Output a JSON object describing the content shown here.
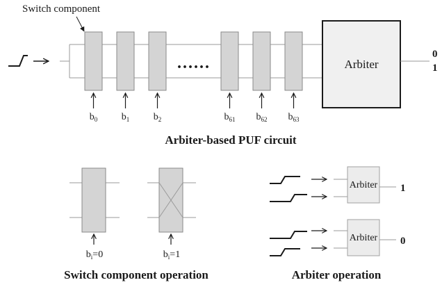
{
  "colors": {
    "ink": "#1a1a1a",
    "wire": "#9a9a9a",
    "switch_fill": "#d4d4d4",
    "switch_stroke": "#8a8a8a",
    "arbiter_fill": "#f0f0f0",
    "arbiter_small_fill": "#ececec",
    "arbiter_small_stroke": "#a0a0a0",
    "background": "#ffffff"
  },
  "top": {
    "callout_label": "Switch component",
    "ellipsis": "......",
    "arbiter_label": "Arbiter",
    "outputs": [
      "0",
      "1"
    ],
    "challenge_bits": [
      {
        "base": "b",
        "sub": "0"
      },
      {
        "base": "b",
        "sub": "1"
      },
      {
        "base": "b",
        "sub": "2"
      },
      {
        "base": "b",
        "sub": "61"
      },
      {
        "base": "b",
        "sub": "62"
      },
      {
        "base": "b",
        "sub": "63"
      }
    ],
    "caption": "Arbiter-based PUF circuit"
  },
  "switch_operation": {
    "straight": {
      "base": "b",
      "sub": "i",
      "suffix": "=0"
    },
    "crossed": {
      "base": "b",
      "sub": "i",
      "suffix": "=1"
    },
    "caption": "Switch component operation"
  },
  "arbiter_operation": {
    "units": [
      {
        "label": "Arbiter",
        "output": "1"
      },
      {
        "label": "Arbiter",
        "output": "0"
      }
    ],
    "caption": "Arbiter operation"
  },
  "icons": [
    "step-input-icon",
    "arrow-right-icon",
    "arrow-up-icon",
    "callout-arrow-icon"
  ]
}
